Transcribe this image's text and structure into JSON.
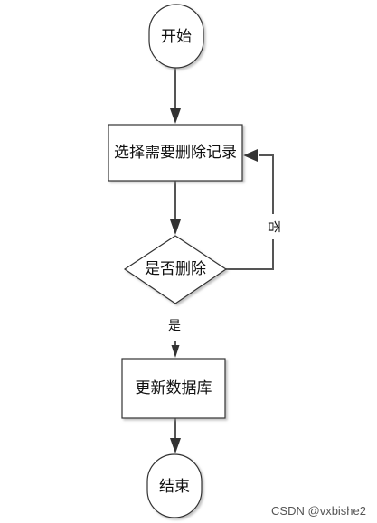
{
  "diagram": {
    "start_label": "开始",
    "process1_label": "选择需要删除记录",
    "decision_label": "是否删除",
    "process2_label": "更新数据库",
    "end_label": "结束",
    "yes_label": "是",
    "no_label": "否"
  },
  "watermark": "CSDN @vxbishe2"
}
